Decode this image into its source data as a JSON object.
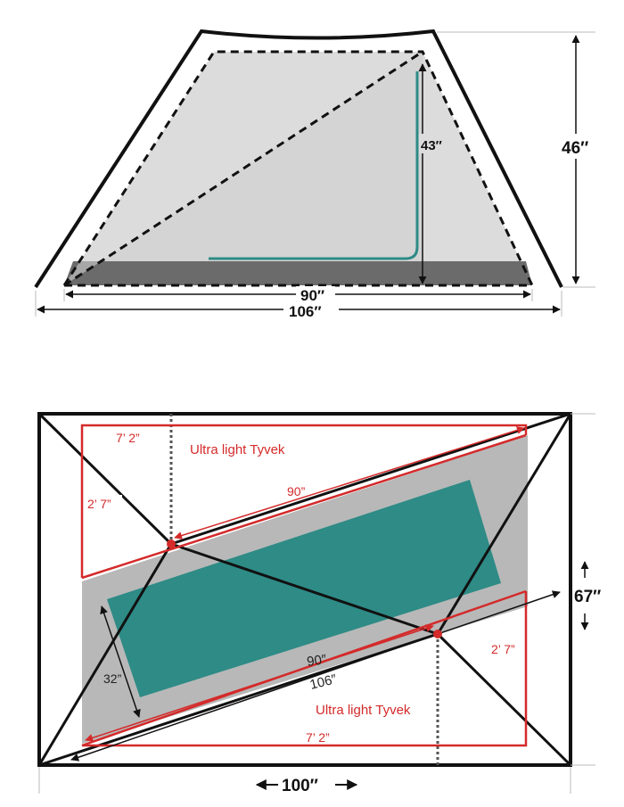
{
  "colors": {
    "red": "#d42a2a",
    "teal": "#2e8b86",
    "tent_fill": "#dcdcdc",
    "floor": "#6b6b6b",
    "footprint_gray": "#b8b8b8",
    "ink": "#111111"
  },
  "side_view": {
    "height_inner": "43″",
    "height_outer": "46″",
    "length_inner": "90″",
    "length_outer": "106″"
  },
  "top_view": {
    "tyvek_top_label": "Ultra light Tyvek",
    "tyvek_bottom_label": "Ultra light Tyvek",
    "top_length": "7’ 2”",
    "top_width": "2’ 7”",
    "top_diag": "90”",
    "bottom_width": "2’ 7”",
    "bottom_length": "7’ 2”",
    "mat_width": "32”",
    "inner_diag": "90″",
    "outer_diag": "106″",
    "tent_width": "67″",
    "tent_length": "100″"
  }
}
